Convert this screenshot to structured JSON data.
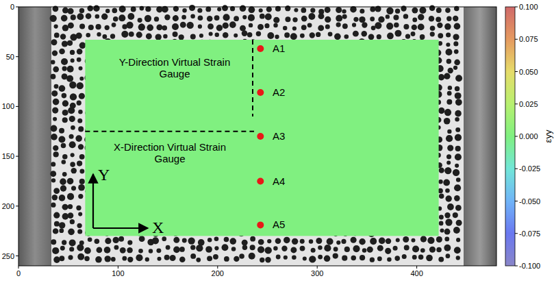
{
  "diagram": {
    "labels": [
      "0",
      "100",
      "200",
      "300",
      "400",
      "0",
      "50",
      "100",
      "150",
      "200",
      "250",
      "0.100",
      "0.075",
      "0.050",
      "0.025",
      "0.000",
      "-0.025",
      "-0.050",
      "-0.075",
      "-0.100",
      "εyy",
      "Y-Direction Virtual Strain Gauge",
      "X-Direction Virtual Strain Gauge",
      "A1",
      "A2",
      "A3",
      "A4",
      "A5",
      "Y",
      "X"
    ]
  }
}
